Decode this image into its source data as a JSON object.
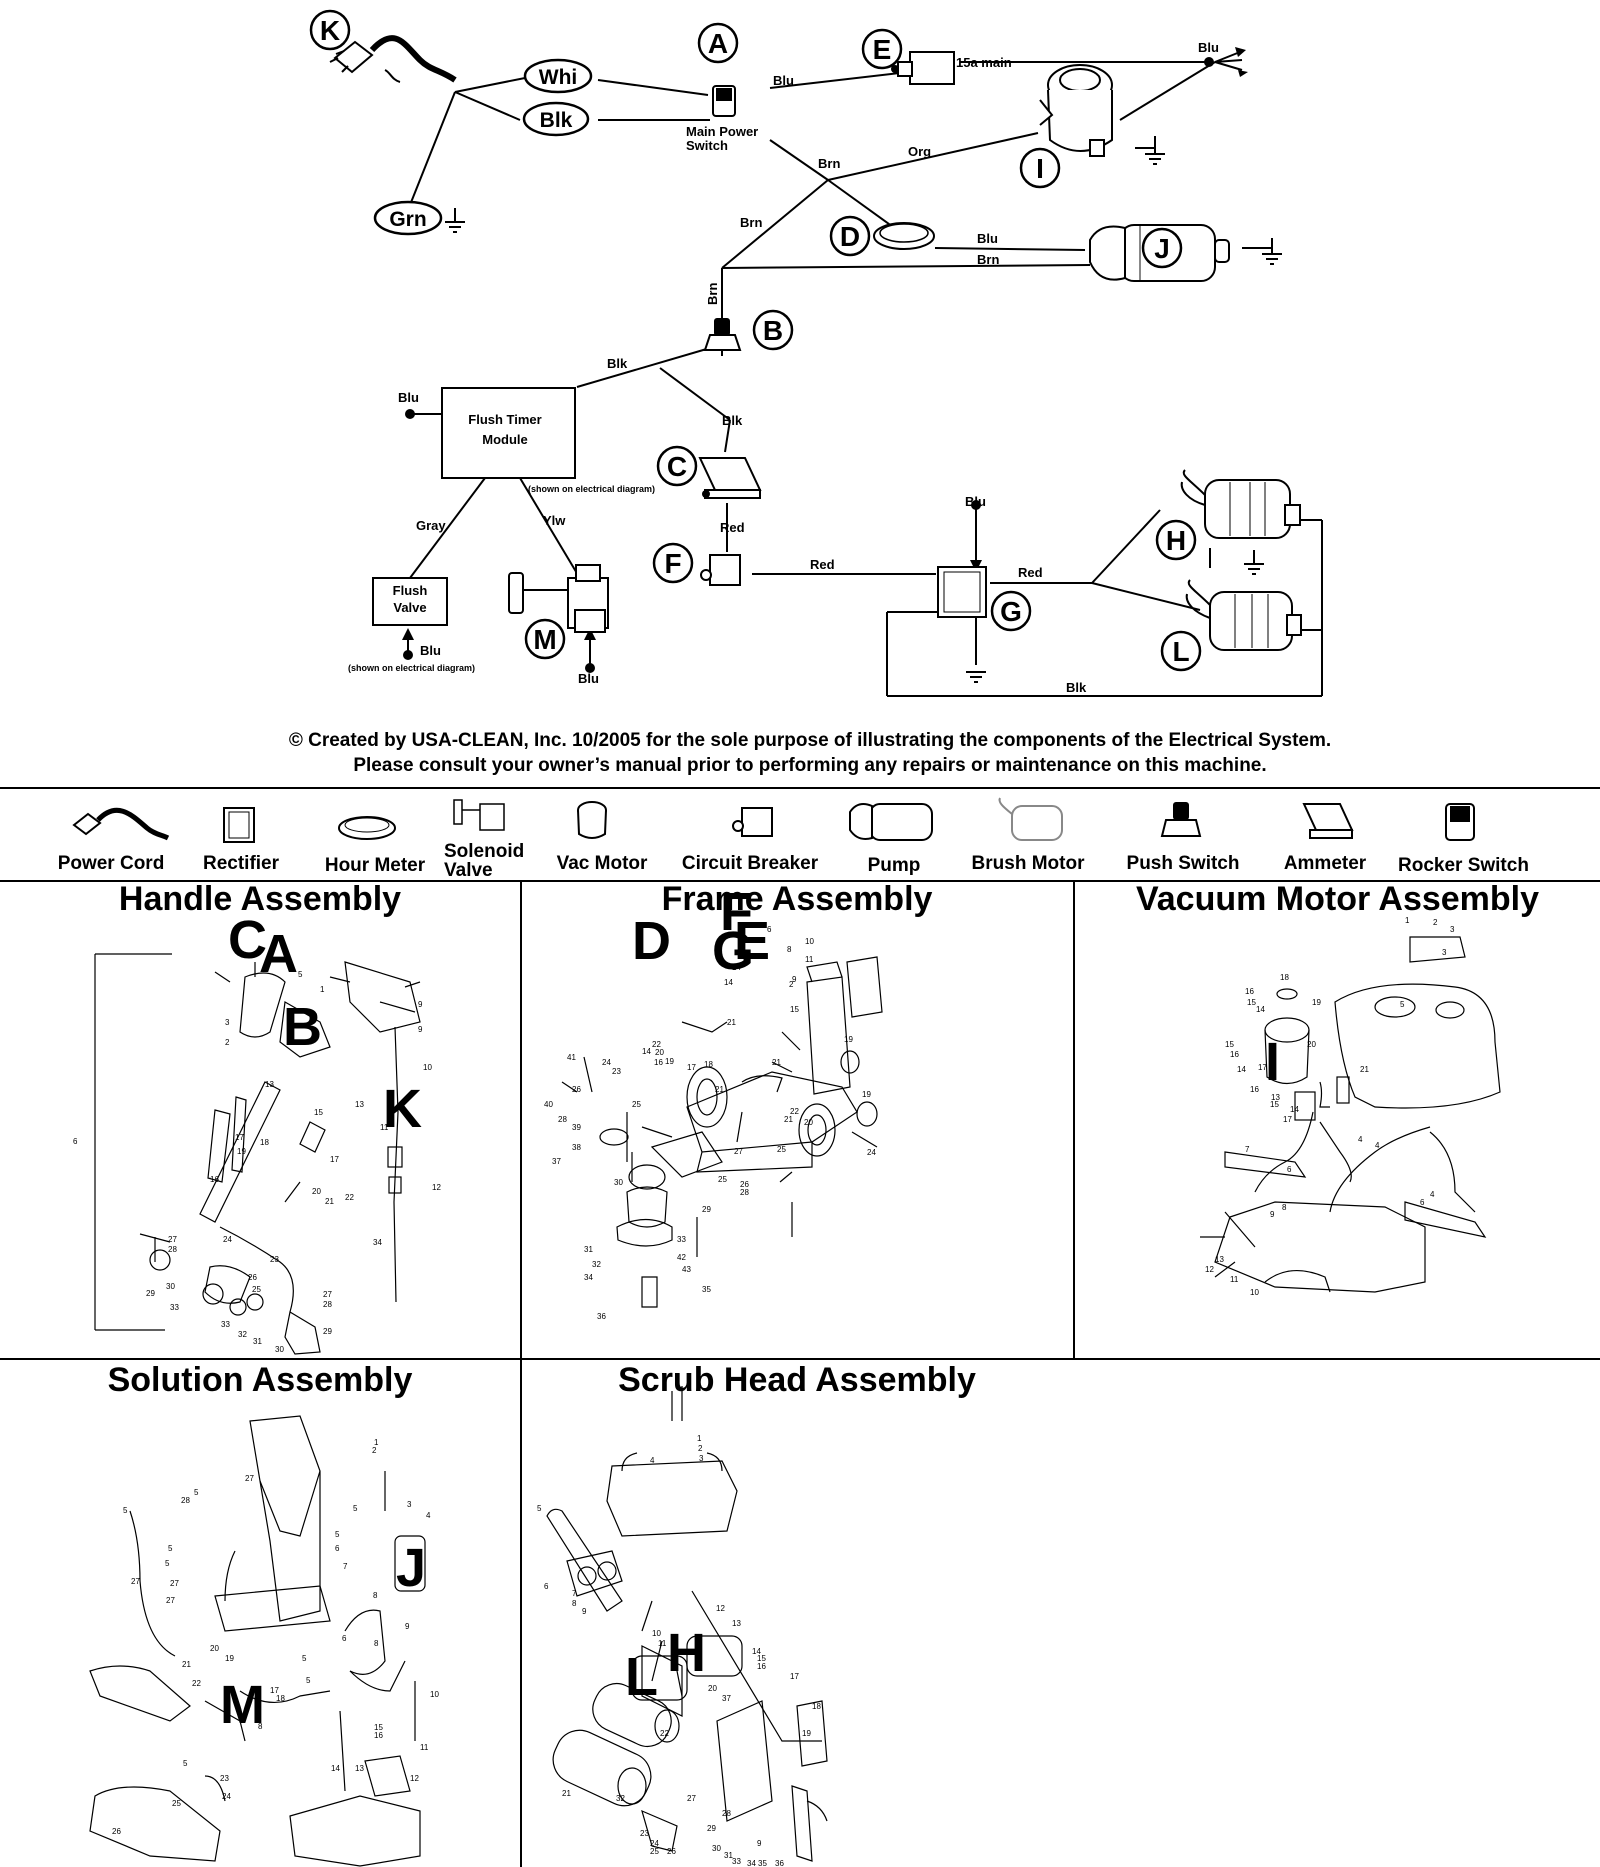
{
  "wiring": {
    "callouts": [
      "K",
      "A",
      "E",
      "I",
      "D",
      "J",
      "B",
      "C",
      "F",
      "G",
      "H",
      "L",
      "M"
    ],
    "wire_ovals": [
      "Whi",
      "Blk",
      "Grn"
    ],
    "wire_labels": {
      "blu_a_e": "Blu",
      "main_15a": "15a main",
      "blu_top_right": "Blu",
      "brn_1": "Brn",
      "org": "Org",
      "brn_2": "Brn",
      "blu_d_j": "Blu",
      "brn_d_j": "Brn",
      "brn_vertical": "Brn",
      "blk_b_timer": "Blk",
      "blu_timer": "Blu",
      "blk_b_c": "Blk",
      "gray": "Gray",
      "ylw": "Ylw",
      "red_c_f": "Red",
      "red_f_g": "Red",
      "blu_g": "Blu",
      "red_g": "Red",
      "blu_flush": "Blu",
      "blu_m": "Blu",
      "blk_bottom": "Blk"
    },
    "main_power_switch": [
      "Main Power",
      "Switch"
    ],
    "flush_timer": [
      "Flush Timer",
      "Module"
    ],
    "flush_valve": [
      "Flush",
      "Valve"
    ],
    "shown_note": "(shown on electrical diagram)"
  },
  "notice": {
    "line1": "© Created by USA-CLEAN, Inc. 10/2005 for the sole purpose of illustrating the components of the Electrical System.",
    "line2": "Please consult your owner’s manual prior to performing any repairs or maintenance on this machine."
  },
  "legend": {
    "power_cord": "Power Cord",
    "rectifier": "Rectifier",
    "hour_meter": "Hour Meter",
    "solenoid_1": "Solenoid",
    "solenoid_2": "Valve",
    "vac_motor": "Vac Motor",
    "circuit_breaker": "Circuit Breaker",
    "pump": "Pump",
    "brush_motor": "Brush Motor",
    "push_switch": "Push Switch",
    "ammeter": "Ammeter",
    "rocker_switch": "Rocker Switch"
  },
  "panels": {
    "handle": {
      "title": "Handle Assembly",
      "letters": [
        "C",
        "A",
        "B",
        "K"
      ]
    },
    "frame": {
      "title": "Frame Assembly",
      "letters": [
        "D",
        "F",
        "G",
        "E"
      ]
    },
    "vacuum": {
      "title": "Vacuum Motor Assembly",
      "letters": [
        "I"
      ]
    },
    "solution": {
      "title": "Solution Assembly",
      "letters": [
        "J",
        "M"
      ]
    },
    "scrub": {
      "title": "Scrub Head Assembly",
      "letters": [
        "H",
        "L"
      ]
    }
  }
}
